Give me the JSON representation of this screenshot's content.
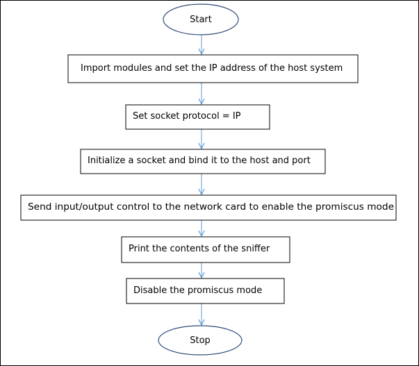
{
  "diagram": {
    "start": "Start",
    "stop": "Stop",
    "steps": [
      "Import modules and set the IP address of the host system",
      "Set socket protocol = IP",
      "Initialize a socket and bind it to the host and port",
      "Send input/output  control to the network card to enable the promiscus mode",
      "Print the contents of the sniffer",
      "Disable the promiscus mode"
    ]
  },
  "colors": {
    "connector": "#5B9BD5",
    "shape_border": "#000000",
    "ellipse_border": "#2E4A7A"
  }
}
